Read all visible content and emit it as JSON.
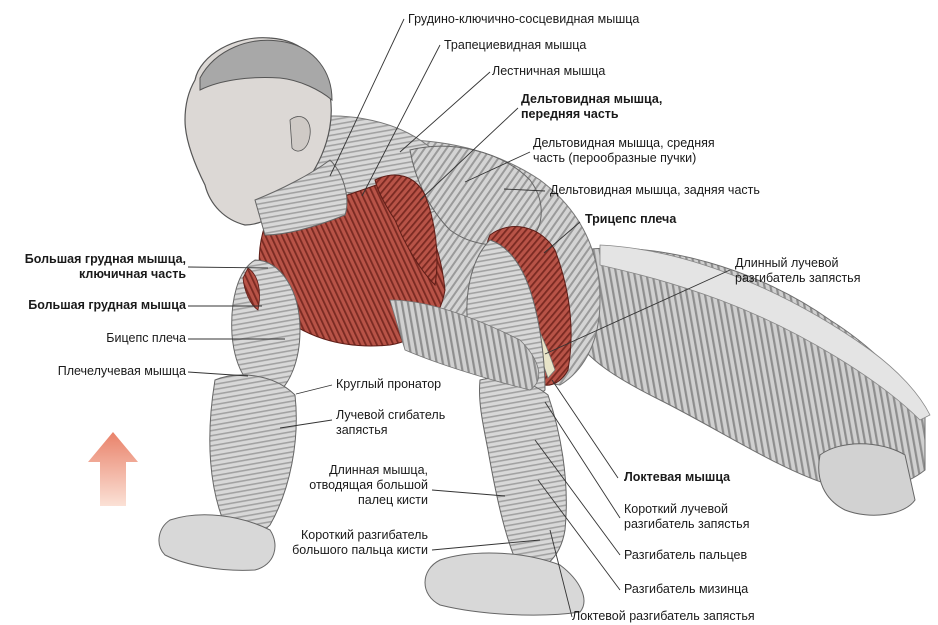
{
  "colors": {
    "muscle_gray": "#c9c9c9",
    "muscle_gray_dark": "#8a8a8a",
    "muscle_red": "#b04a3e",
    "muscle_red_dark": "#7a2a22",
    "skin": "#d6d2cf",
    "arrow_top": "#e9826a",
    "arrow_bottom": "#fbe1d6",
    "leader": "#333333"
  },
  "labels": {
    "sternocleidomastoid": [
      "Грудино-ключично-сосцевидная мышца"
    ],
    "trapezius": [
      "Трапециевидная мышца"
    ],
    "scalene": [
      "Лестничная мышца"
    ],
    "deltoid_front": [
      "Дельтовидная мышца,",
      "передняя часть"
    ],
    "deltoid_middle": [
      "Дельтовидная мышца, средняя",
      "часть (перообразные пучки)"
    ],
    "deltoid_rear": [
      "Дельтовидная мышца, задняя часть"
    ],
    "triceps": [
      "Трицепс плеча"
    ],
    "ext_carpi_radialis_longus": [
      "Длинный лучевой",
      "разгибатель запястья"
    ],
    "pectoralis_clavicular": [
      "Большая грудная мышца,",
      "ключичная часть"
    ],
    "pectoralis_major": [
      "Большая грудная мышца"
    ],
    "biceps": [
      "Бицепс плеча"
    ],
    "brachioradialis": [
      "Плечелучевая мышца"
    ],
    "pronator_teres": [
      "Круглый пронатор"
    ],
    "flexor_carpi_radialis": [
      "Лучевой сгибатель",
      "запястья"
    ],
    "abductor_pollicis_longus": [
      "Длинная мышца,",
      "отводящая большой",
      "палец кисти"
    ],
    "ext_pollicis_brevis": [
      "Короткий разгибатель",
      "большого пальца кисти"
    ],
    "anconeus": [
      "Локтевая мышца"
    ],
    "ext_carpi_radialis_brevis": [
      "Короткий лучевой",
      "разгибатель запястья"
    ],
    "ext_digitorum": [
      "Разгибатель пальцев"
    ],
    "ext_digiti_minimi": [
      "Разгибатель мизинца"
    ],
    "ext_carpi_ulnaris": [
      "Локтевой разгибатель запястья"
    ]
  }
}
